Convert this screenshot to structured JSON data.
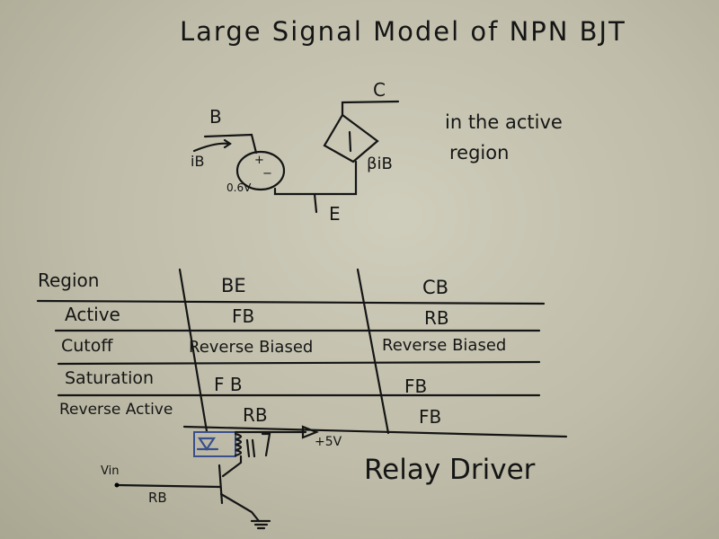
{
  "title": "Large Signal Model of NPN BJT",
  "model": {
    "base_label": "B",
    "collector_label": "C",
    "emitter_label": "E",
    "base_current_label": "iB",
    "source_voltage": "0.6V",
    "source_plus": "+",
    "source_minus": "−",
    "dependent_source_label": "βiB",
    "note": [
      "in the active",
      "region"
    ]
  },
  "table": {
    "headers": [
      "Region",
      "BE",
      "CB"
    ],
    "rows": [
      [
        "Active",
        "FB",
        "RB"
      ],
      [
        "Cutoff",
        "Reverse Biased",
        "Reverse Biased"
      ],
      [
        "Saturation",
        "F B",
        "FB"
      ],
      [
        "Reverse Active",
        "RB",
        "FB"
      ]
    ]
  },
  "relay_driver": {
    "title": "Relay Driver",
    "input_label": "Vin",
    "resistor_label": "RB",
    "supply_label": "+5V",
    "diode_color": "#3a4f8c"
  }
}
